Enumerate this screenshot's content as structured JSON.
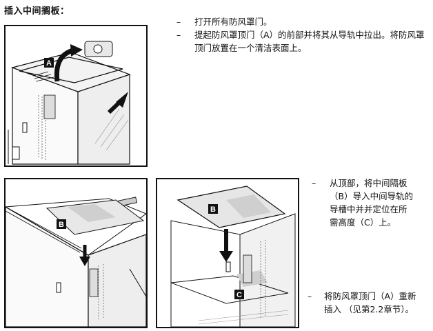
{
  "heading": "插入中间搁板：",
  "top_steps": [
    "打开所有防风罩门。",
    "提起防风罩顶门（A）的前部并将其从导轨中拉出。将防风罩顶门放置在一个清洁表面上。"
  ],
  "side_step_1": {
    "dash": "–",
    "lines": [
      "从顶部，将中间隔板",
      "（B）导入中间导轨的",
      "导槽中并并定位在所",
      "需高度（C）上。"
    ]
  },
  "side_step_2": {
    "dash": "–",
    "lines": [
      "将防风罩顶门（A）重新",
      "插入 （见第2.2章节）。"
    ]
  },
  "dash_char": "–",
  "labels": {
    "a": "A",
    "b1": "B",
    "b2": "B",
    "c": "C"
  }
}
